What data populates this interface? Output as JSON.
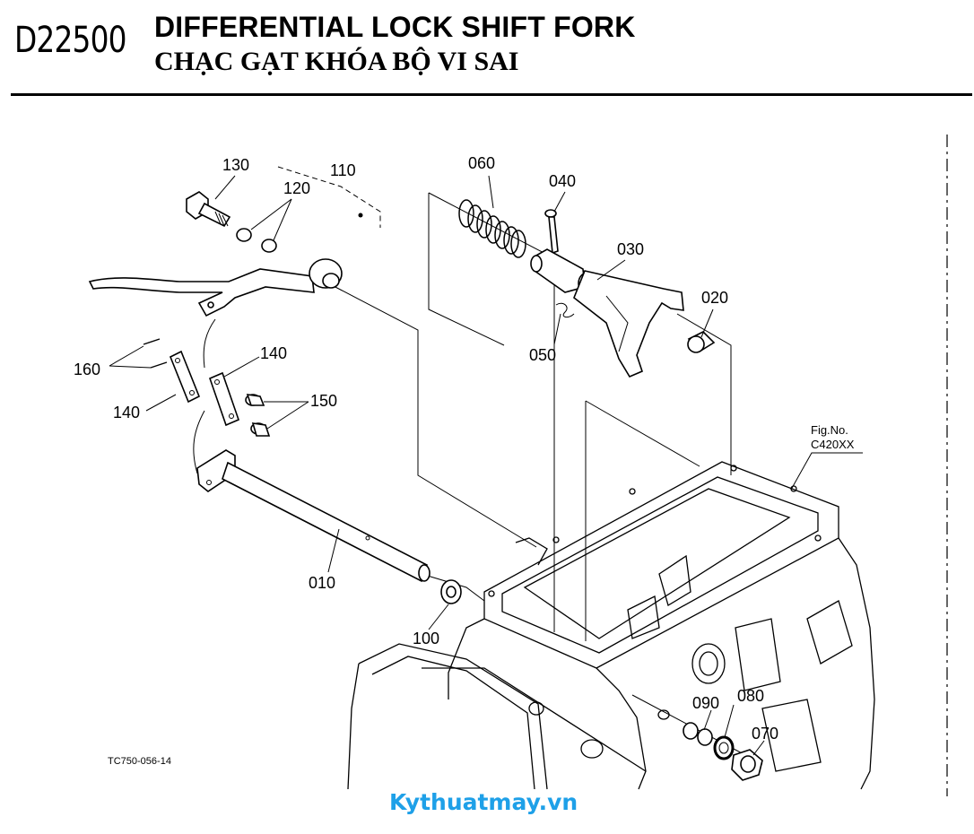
{
  "header": {
    "code": "D22500",
    "title_en": "DIFFERENTIAL LOCK SHIFT FORK",
    "title_vi": "CHẠC GẠT KHÓA BỘ VI SAI"
  },
  "figure": {
    "fig_no_label": "Fig.No.",
    "fig_no_value": "C420XX",
    "image_code": "TC750-056-14"
  },
  "parts": {
    "p010": "010",
    "p020": "020",
    "p030": "030",
    "p040": "040",
    "p050": "050",
    "p060": "060",
    "p070": "070",
    "p080": "080",
    "p090": "090",
    "p100": "100",
    "p110": "110",
    "p120": "120",
    "p130": "130",
    "p140a": "140",
    "p140b": "140",
    "p150": "150",
    "p160": "160"
  },
  "watermark": "Kythuatmay.vn"
}
